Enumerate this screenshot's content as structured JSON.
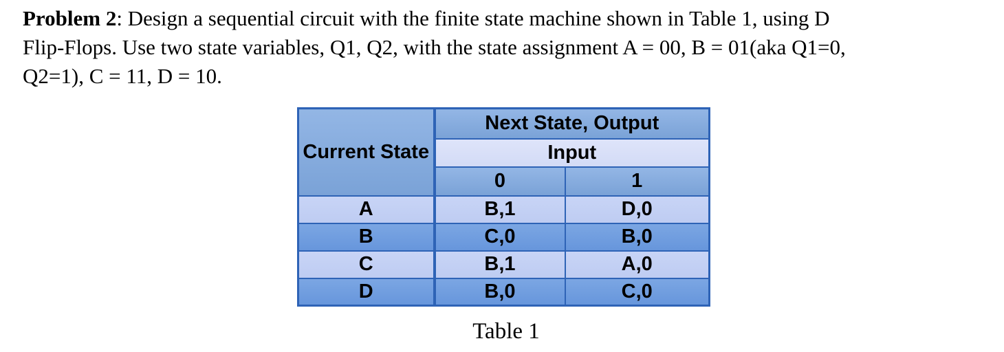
{
  "problem": {
    "bold_label": "Problem 2",
    "line1_rest": ": Design a sequential circuit with the finite state machine shown in Table 1, using D",
    "line2": "Flip-Flops. Use two state variables, Q1, Q2, with the state assignment A = 00, B = 01(aka Q1=0,",
    "line3": "Q2=1), C = 11, D = 10."
  },
  "table": {
    "caption": "Table 1",
    "header": {
      "current_state": "Current State",
      "next_state_output": "Next State, Output",
      "input": "Input",
      "input_values": [
        "0",
        "1"
      ]
    },
    "rows": [
      {
        "state": "A",
        "on0": "B,1",
        "on1": "D,0"
      },
      {
        "state": "B",
        "on0": "C,0",
        "on1": "B,0"
      },
      {
        "state": "C",
        "on0": "B,1",
        "on1": "A,0"
      },
      {
        "state": "D",
        "on0": "B,0",
        "on1": "C,0"
      }
    ]
  },
  "colors": {
    "border": "#2E63B6",
    "header_medium": "#85ABDD",
    "header_light": "#D8DFF8",
    "row_light": "#C2CFF4",
    "row_medium": "#6F9DE0",
    "text": "#000000",
    "background": "#FFFFFF"
  }
}
